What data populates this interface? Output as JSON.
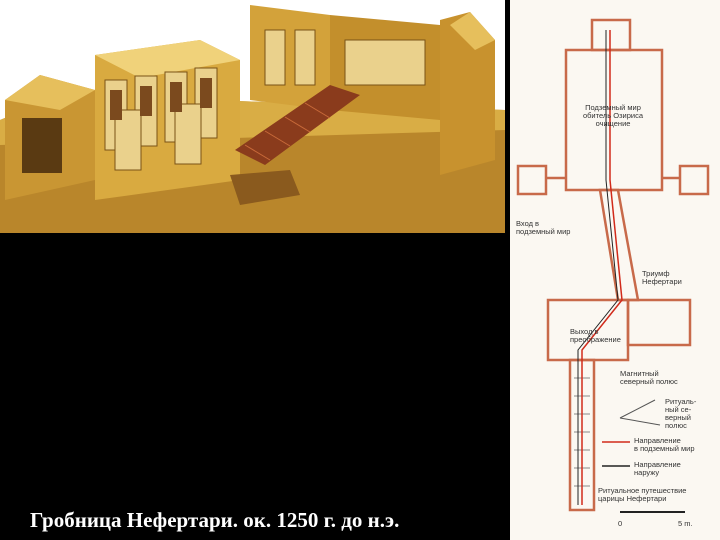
{
  "caption": "Гробница Нефертари. ок. 1250 г. до н.э.",
  "plan": {
    "labels": {
      "underworld": "Подземный мир\nобитель Озириса\nочищение",
      "entrance": "Вход в\nподземный мир",
      "triumph": "Триумф\nНефертари",
      "exit": "Выход в\nпреображение",
      "magnetic_north": "Магнитный\nсеверный полюс",
      "ritual_north": "Ритуаль-\nный се-\nверный\nполюс",
      "legend_underworld": "Направление\nв подземный мир",
      "legend_out": "Направление\nнаружу",
      "ritual_journey": "Ритуальное путешествие\nцарицы Нефертари",
      "scale_start": "0",
      "scale_end": "5 m."
    },
    "colors": {
      "walls": "#c86a4a",
      "direction_in": "#d12a1a",
      "direction_out": "#222222"
    }
  },
  "illustration": {
    "colors": {
      "stone": "#d7a93a",
      "stone_dark": "#a8761c",
      "wall_paint": "#e9cf8a",
      "stairs": "#8a3b1c"
    }
  }
}
